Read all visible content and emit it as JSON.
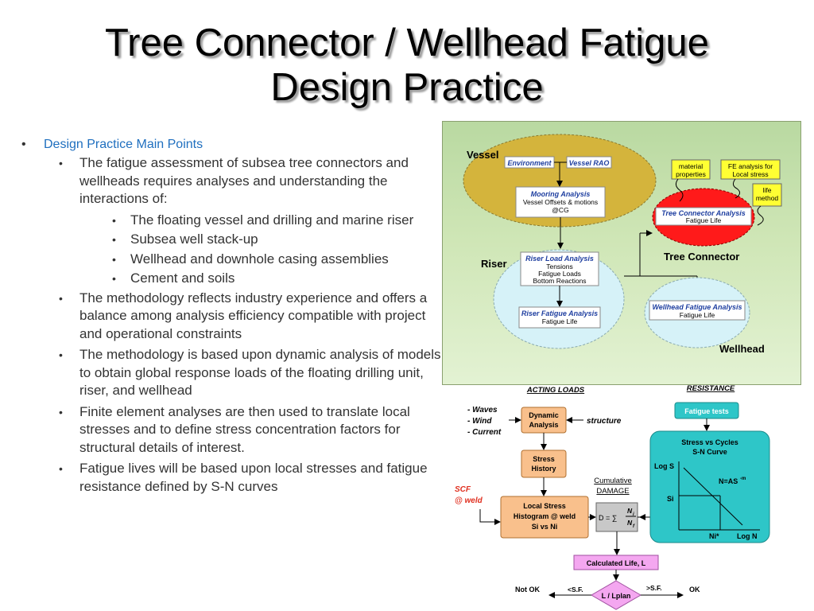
{
  "title": {
    "line1": "Tree Connector / Wellhead Fatigue",
    "line2": "Design Practice"
  },
  "bullets": {
    "main": "Design Practice Main Points",
    "b1": "The fatigue assessment of subsea tree connectors and wellheads requires analyses and understanding the interactions of:",
    "b1_sub": [
      "The floating vessel and drilling and marine riser",
      "Subsea well stack-up",
      "Wellhead and downhole casing assemblies",
      "Cement and soils"
    ],
    "b2": "The methodology reflects industry experience and offers a balance among analysis efficiency compatible with project and operational constraints",
    "b3": "The methodology is based upon dynamic analysis of models to obtain global response loads of the floating drilling unit, riser, and wellhead",
    "b4": "Finite element analyses are then used to translate local stresses and to define stress concentration factors for structural details of interest.",
    "b5": "Fatigue lives will be based upon local stresses and fatigue resistance defined by S-N curves"
  },
  "diagram": {
    "vessel_label": "Vessel",
    "riser_label": "Riser",
    "tree_label": "Tree Connector",
    "wellhead_label": "Wellhead",
    "environment": "Environment",
    "vessel_rao": "Vessel RAO",
    "mooring_title": "Mooring Analysis",
    "mooring_l1": "Vessel Offsets & motions",
    "mooring_l2": "@CG",
    "material1": "material",
    "material2": "properties",
    "fe1": "FE analysis for",
    "fe2": "Local stress",
    "life1": "life",
    "life2": "method",
    "tca_title": "Tree Connector Analysis",
    "tca_sub": "Fatigue Life",
    "rla_title": "Riser Load Analysis",
    "rla_l1": "Tensions",
    "rla_l2": "Fatigue Loads",
    "rla_l3": "Bottom Reactions",
    "rfa_title": "Riser Fatigue Analysis",
    "rfa_sub": "Fatigue Life",
    "wfa_title": "Wellhead Fatigue Analysis",
    "wfa_sub": "Fatigue Life"
  },
  "flow": {
    "acting_loads": "ACTING LOADS",
    "resistance": "RESISTANCE",
    "waves": "- Waves",
    "wind": "- Wind",
    "current": "- Current",
    "dyn1": "Dynamic",
    "dyn2": "Analysis",
    "structure": "structure",
    "fatigue_tests": "Fatigue tests",
    "sn1": "Stress vs Cycles",
    "sn2": "S-N Curve",
    "logs": "Log S",
    "si": "Si",
    "nas": "N=AS",
    "nas_exp": "-m",
    "ni": "Ni*",
    "logn": "Log N",
    "sh1": "Stress",
    "sh2": "History",
    "cum1": "Cumulative",
    "cum2": "DAMAGE",
    "scf1": "SCF",
    "scf2": "@ weld",
    "ls1": "Local Stress",
    "ls2": "Histogram @ weld",
    "ls3": "Si vs Ni",
    "d_eq": "D = ∑",
    "frac_n": "N",
    "frac_sub_top": "i",
    "frac_d": "N",
    "frac_sub_bot": "f",
    "calc": "Calculated Life, L",
    "notok": "Not OK",
    "lt_sf": "<S.F.",
    "ratio": "L / Lplan",
    "gt_sf": ">S.F.",
    "ok": "OK"
  },
  "colors": {
    "bullet_blue": "#1f6fbf",
    "vessel_fill": "#d4b43c",
    "riser_fill": "#d6f2f8",
    "tree_fill": "#ff1a1a",
    "box_orange": "#f9c08c",
    "teal": "#2ec6c8",
    "pink": "#f4a7f0",
    "yellow": "#ffff33"
  }
}
